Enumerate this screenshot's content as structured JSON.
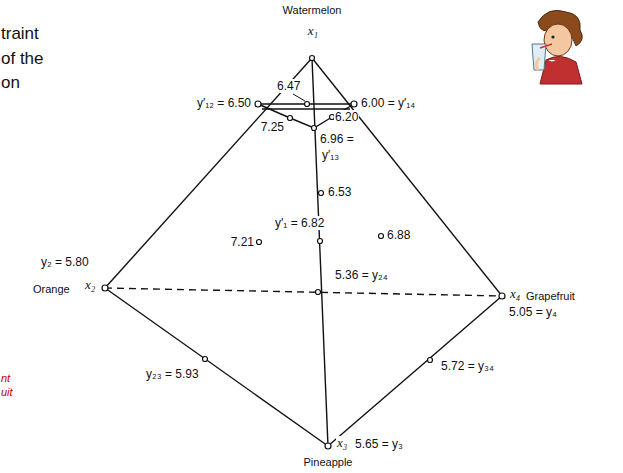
{
  "diagram": {
    "labels": [
      "traint",
      "of the",
      "on",
      "Watermelon",
      "x₁",
      "6.47",
      "y′₁₂ = 6.50",
      "6.00 = y′₁₄",
      "7.25",
      "6.20",
      "6.96 =",
      "y′₁₃",
      "6.53",
      "y′₁ = 6.82",
      "7.21",
      "6.88",
      "y₂ = 5.80",
      "Orange",
      "x₂",
      "5.36 = y₂₄",
      "x₄",
      "Grapefruit",
      "5.05 = y₄",
      "y₂₃ = 5.93",
      "5.72 = y₃₄",
      "x₃",
      "5.65 = y₃",
      "Pineapple",
      "nt",
      "uit"
    ]
  }
}
